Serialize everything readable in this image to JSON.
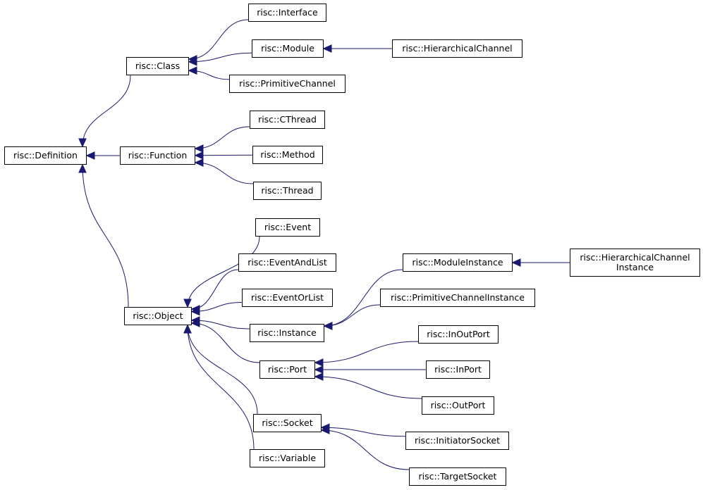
{
  "diagram": {
    "edge_color": "#191970",
    "nodes": {
      "definition": "risc::Definition",
      "class": "risc::Class",
      "function": "risc::Function",
      "object": "risc::Object",
      "interface": "risc::Interface",
      "module": "risc::Module",
      "primitive_channel": "risc::PrimitiveChannel",
      "hierarchical_channel": "risc::HierarchicalChannel",
      "cthread": "risc::CThread",
      "method": "risc::Method",
      "thread": "risc::Thread",
      "event": "risc::Event",
      "event_and_list": "risc::EventAndList",
      "event_or_list": "risc::EventOrList",
      "instance": "risc::Instance",
      "port": "risc::Port",
      "socket": "risc::Socket",
      "variable": "risc::Variable",
      "module_instance": "risc::ModuleInstance",
      "primitive_channel_instance": "risc::PrimitiveChannelInstance",
      "hierarchical_channel_instance_line1": "risc::HierarchicalChannel",
      "hierarchical_channel_instance_line2": "Instance",
      "inout_port": "risc::InOutPort",
      "in_port": "risc::InPort",
      "out_port": "risc::OutPort",
      "initiator_socket": "risc::InitiatorSocket",
      "target_socket": "risc::TargetSocket"
    },
    "edges": [
      {
        "from": "class",
        "to": "definition"
      },
      {
        "from": "function",
        "to": "definition"
      },
      {
        "from": "object",
        "to": "definition"
      },
      {
        "from": "interface",
        "to": "class"
      },
      {
        "from": "module",
        "to": "class"
      },
      {
        "from": "primitive_channel",
        "to": "class"
      },
      {
        "from": "hierarchical_channel",
        "to": "module"
      },
      {
        "from": "cthread",
        "to": "function"
      },
      {
        "from": "method",
        "to": "function"
      },
      {
        "from": "thread",
        "to": "function"
      },
      {
        "from": "event",
        "to": "object"
      },
      {
        "from": "event_and_list",
        "to": "object"
      },
      {
        "from": "event_or_list",
        "to": "object"
      },
      {
        "from": "instance",
        "to": "object"
      },
      {
        "from": "port",
        "to": "object"
      },
      {
        "from": "socket",
        "to": "object"
      },
      {
        "from": "variable",
        "to": "object"
      },
      {
        "from": "module_instance",
        "to": "instance"
      },
      {
        "from": "primitive_channel_instance",
        "to": "instance"
      },
      {
        "from": "hierarchical_channel_instance",
        "to": "module_instance"
      },
      {
        "from": "inout_port",
        "to": "port"
      },
      {
        "from": "in_port",
        "to": "port"
      },
      {
        "from": "out_port",
        "to": "port"
      },
      {
        "from": "initiator_socket",
        "to": "socket"
      },
      {
        "from": "target_socket",
        "to": "socket"
      }
    ]
  }
}
